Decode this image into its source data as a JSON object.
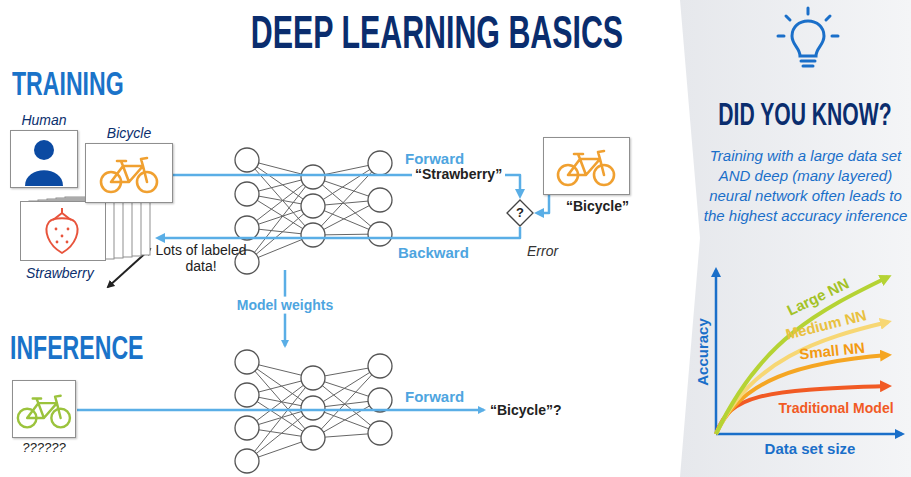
{
  "diagram": {
    "title": "DEEP LEARNING BASICS",
    "nodes": [
      {
        "text": [
          "Human"
        ]
      },
      {
        "text": [
          "Bicycle"
        ]
      },
      {
        "text": [
          "Strawberry"
        ]
      },
      {
        "text": [
          "?"
        ]
      },
      {
        "text": [
          "“Bicycle”"
        ]
      },
      {
        "text": [
          "??????"
        ]
      },
      {
        "text": [
          "DID YOU KNOW?",
          "Training with a large data set AND deep (many layered) neural network often leads to the highest accuracy inference"
        ]
      }
    ],
    "edges": [
      {
        "from": 1,
        "to": 3,
        "arrow": "to",
        "label": "Forward"
      },
      {
        "from": 4,
        "to": 3,
        "arrow": "to"
      },
      {
        "from": 3,
        "to": 2,
        "arrow": "to",
        "label": "Backward"
      }
    ],
    "labels": [
      "TRAINING",
      "INFERENCE",
      "Lots of labeled data!",
      "“Strawberry”",
      "Error",
      "Model weights",
      "Forward",
      "“Bicycle”?",
      "Accuracy",
      "Data set size",
      "Large NN",
      "Medium NN",
      "Small NN",
      "Traditional Model"
    ]
  }
}
